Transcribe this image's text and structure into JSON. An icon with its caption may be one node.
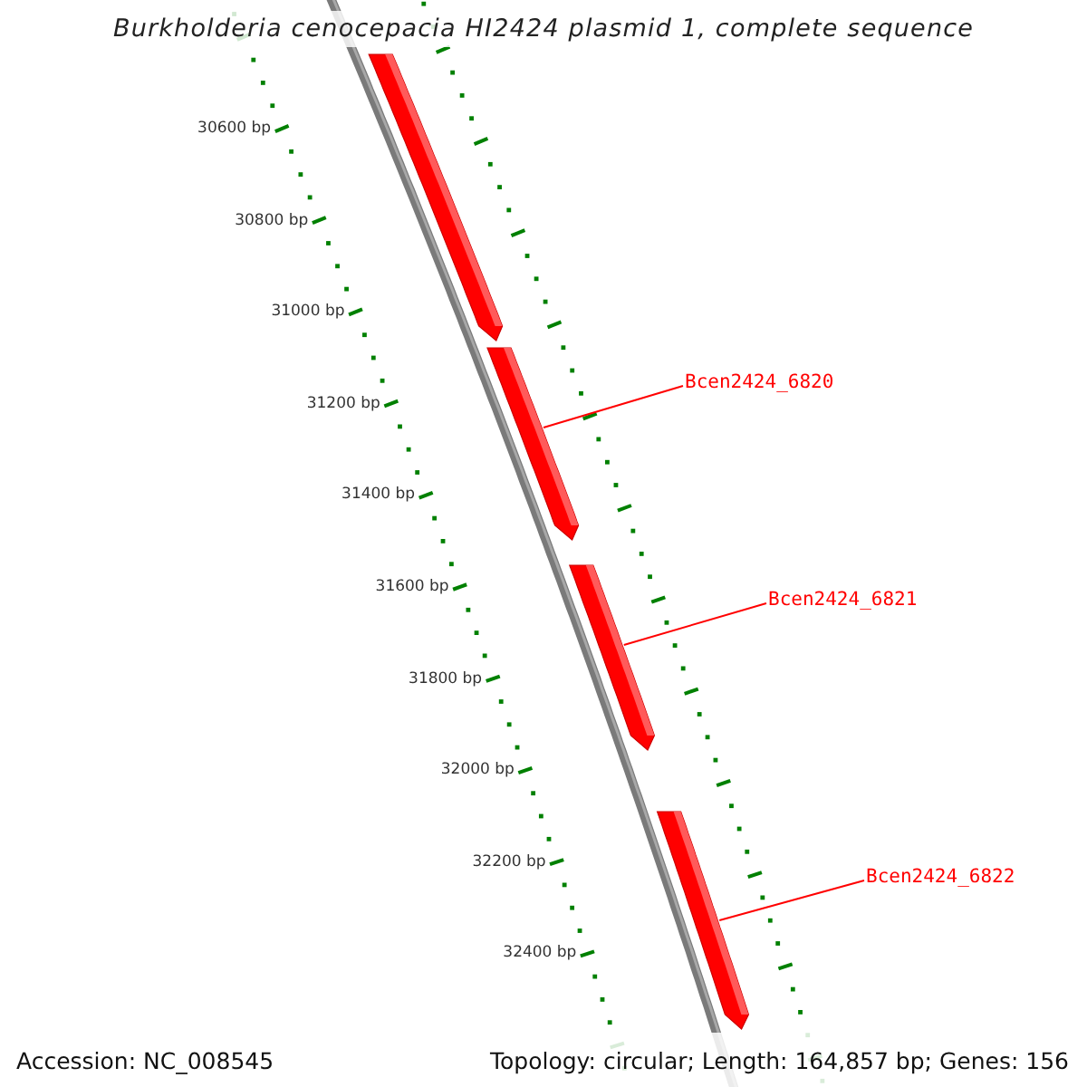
{
  "diagram": {
    "title": "Burkholderia cenocepacia HI2424 plasmid 1, complete sequence",
    "nodes": [
      {
        "text": [],
        "shape": "arrow"
      },
      {
        "text": [],
        "shape": "arrow"
      },
      {
        "text": [],
        "shape": "arrow"
      },
      {
        "text": [],
        "shape": "arrow"
      },
      {
        "text": [
          "Bcen2424_6820"
        ]
      },
      {
        "text": [
          "Bcen2424_6821"
        ]
      },
      {
        "text": [
          "Bcen2424_6822"
        ]
      }
    ],
    "edges": [
      {
        "from": 4,
        "to": 1,
        "arrow": "none"
      },
      {
        "from": 5,
        "to": 2,
        "arrow": "none"
      },
      {
        "from": 6,
        "to": 3,
        "arrow": "none"
      }
    ],
    "labels": [
      "30600 bp",
      "30800 bp",
      "31000 bp",
      "31200 bp",
      "31400 bp",
      "31600 bp",
      "31800 bp",
      "32000 bp",
      "32200 bp",
      "32400 bp",
      "Accession: NC_008545",
      "Topology: circular; Length: 164,857 bp; Genes: 156"
    ]
  }
}
